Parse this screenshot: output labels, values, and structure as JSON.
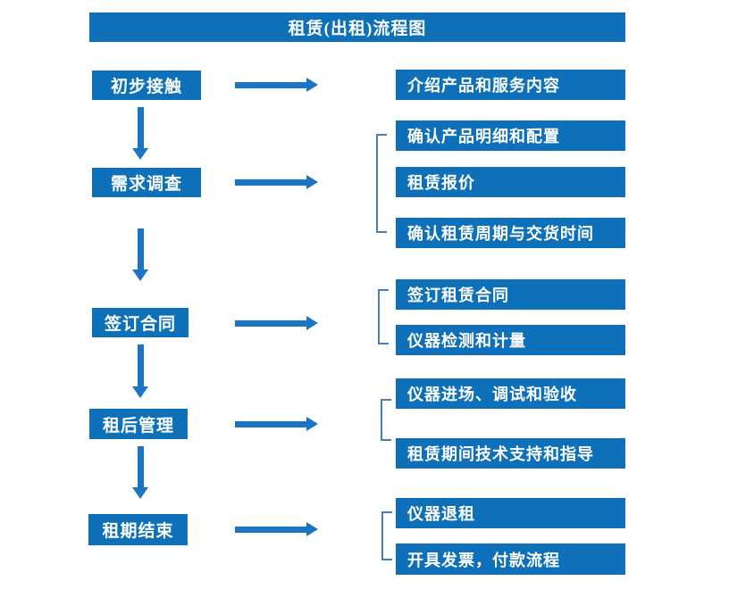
{
  "title": "租赁(出租)流程图",
  "colors": {
    "box_blue": "#0d70b8",
    "arrow_blue": "#1b74c4",
    "bracket_blue": "#4a7ebb",
    "text": "#ffffff",
    "background": "#ffffff"
  },
  "steps": [
    {
      "label": "初步接触",
      "outputs": [
        "介绍产品和服务内容"
      ]
    },
    {
      "label": "需求调查",
      "outputs": [
        "确认产品明细和配置",
        "租赁报价",
        "确认租赁周期与交货时间"
      ]
    },
    {
      "label": "签订合同",
      "outputs": [
        "签订租赁合同",
        "仪器检测和计量"
      ]
    },
    {
      "label": "租后管理",
      "outputs": [
        "仪器进场、调试和验收",
        "租赁期间技术支持和指导"
      ]
    },
    {
      "label": "租期结束",
      "outputs": [
        "仪器退租",
        "开具发票，付款流程"
      ]
    }
  ]
}
